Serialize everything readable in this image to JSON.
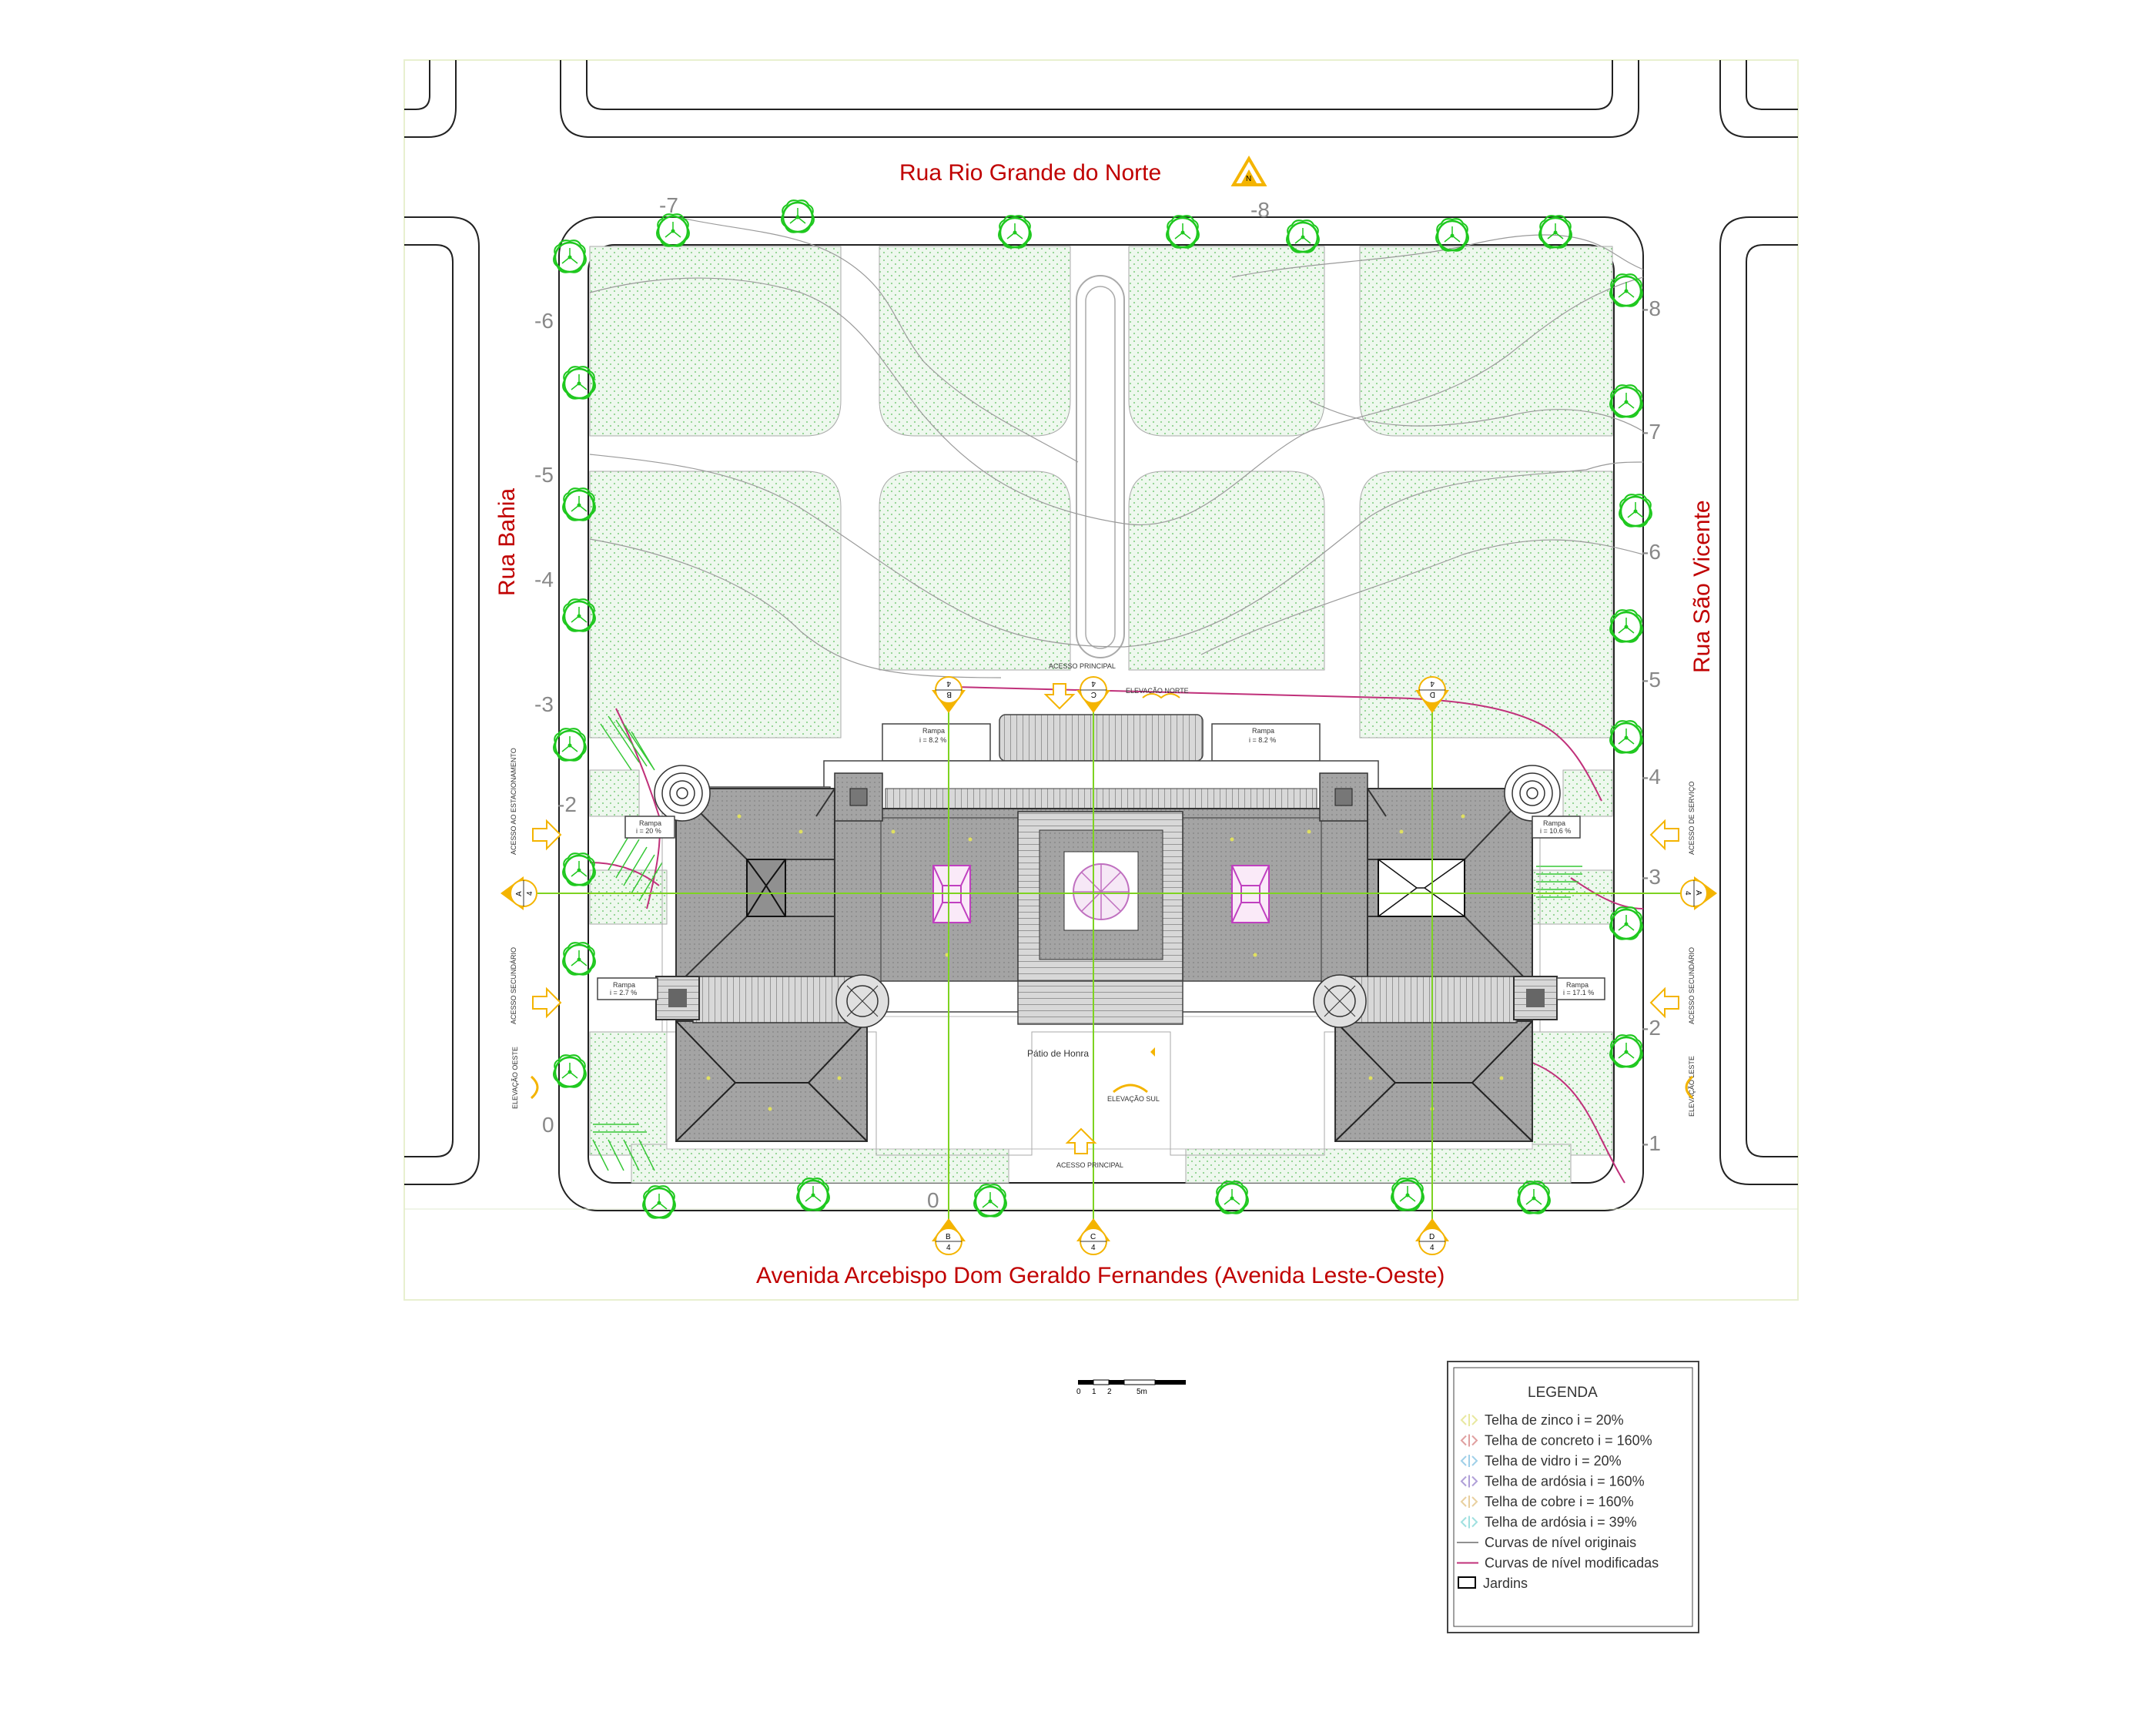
{
  "streets": {
    "north": "Rua Rio Grande do Norte",
    "south": "Avenida Arcebispo Dom Geraldo Fernandes (Avenida Leste-Oeste)",
    "west": "Rua Bahia",
    "east": "Rua São Vicente"
  },
  "north_arrow": "N",
  "contour_labels": {
    "top": [
      "-7",
      "-8"
    ],
    "left": [
      "-6",
      "-5",
      "-4",
      "-3",
      "-2",
      "0"
    ],
    "right": [
      "-8",
      "-7",
      "-6",
      "-5",
      "-4",
      "-3",
      "-2",
      "-1"
    ],
    "bottom": [
      "0"
    ]
  },
  "section_marks": {
    "A": {
      "letter": "A",
      "sheet": "4"
    },
    "B": {
      "letter": "B",
      "sheet": "4"
    },
    "C": {
      "letter": "C",
      "sheet": "4"
    },
    "D": {
      "letter": "D",
      "sheet": "4"
    }
  },
  "annotations": {
    "acesso_principal": "ACESSO PRINCIPAL",
    "elevacao_norte": "ELEVAÇÃO NORTE",
    "elevacao_sul": "ELEVAÇÃO SUL",
    "elevacao_oeste": "ELEVAÇÃO OESTE",
    "elevacao_leste": "ELEVAÇÃO LESTE",
    "patio": "Pátio de Honra",
    "acesso_estacionamento": "ACESSO AO ESTACIONAMENTO",
    "acesso_secundario": "ACESSO SECUNDÁRIO",
    "acesso_servico": "ACESSO DE SERVIÇO",
    "rampa": "Rampa",
    "rampa_n_left": "i = 8.2 %",
    "rampa_n_right": "i = 8.2 %",
    "rampa_w_top": "i = 20 %",
    "rampa_w_bottom": "i = 2.7 %",
    "rampa_e_top": "i = 10.6 %",
    "rampa_e_bottom": "i = 17.1 %"
  },
  "scale": {
    "ticks": [
      "0",
      "1",
      "2"
    ],
    "unit": "5m"
  },
  "legend": {
    "title": "LEGENDA",
    "items": [
      {
        "label": "Telha de zinco i = 20%",
        "color": "#e8e8a0"
      },
      {
        "label": "Telha de concreto i = 160%",
        "color": "#e0a0a0"
      },
      {
        "label": "Telha de vidro i = 20%",
        "color": "#a0d0e8"
      },
      {
        "label": "Telha de ardósia i = 160%",
        "color": "#b0a0d8"
      },
      {
        "label": "Telha de cobre i = 160%",
        "color": "#e8d0a0"
      },
      {
        "label": "Telha de ardósia i = 39%",
        "color": "#a0e0e0"
      },
      {
        "label": "Curvas de nível originais",
        "color": "#909090"
      },
      {
        "label": "Curvas de nível modificadas",
        "color": "#c0307a"
      },
      {
        "label": "Jardins",
        "color": "#000000"
      }
    ]
  },
  "colors": {
    "street_text": "#c00000",
    "garden": "#e8f6e8",
    "tree": "#1ec81e",
    "axis": "#7ed321",
    "marker": "#f4b400",
    "roof": "#999999",
    "modified_contour": "#c0307a"
  }
}
